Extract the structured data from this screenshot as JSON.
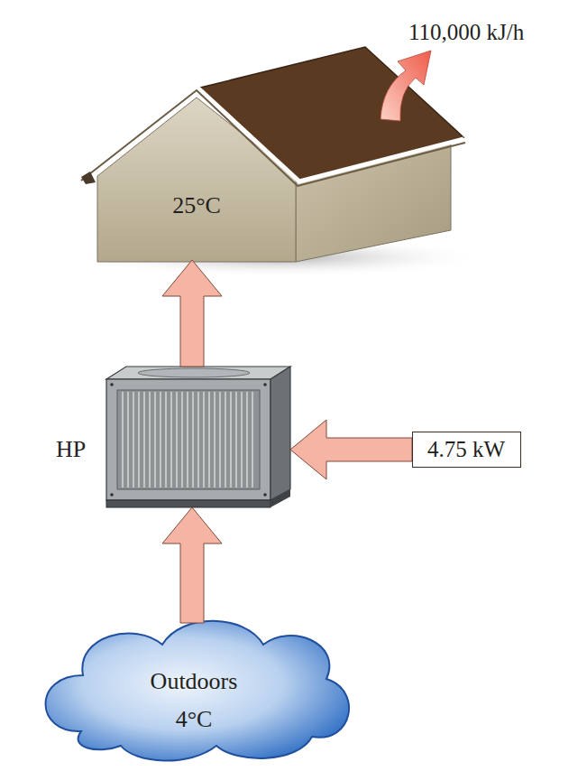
{
  "diagram": {
    "nodes": [
      {
        "text": [
          "25°C"
        ]
      },
      {
        "text": [
          "HP"
        ]
      },
      {
        "text": [
          "4.75 kW"
        ]
      },
      {
        "text": [
          "Outdoors 4°C"
        ]
      }
    ],
    "edges": [
      {
        "from": 3,
        "to": 1,
        "arrow": "to"
      },
      {
        "from": 2,
        "to": 1,
        "arrow": "to"
      },
      {
        "from": 1,
        "to": 0,
        "arrow": "to"
      }
    ],
    "labels": [
      "110,000 kJ/h"
    ]
  }
}
